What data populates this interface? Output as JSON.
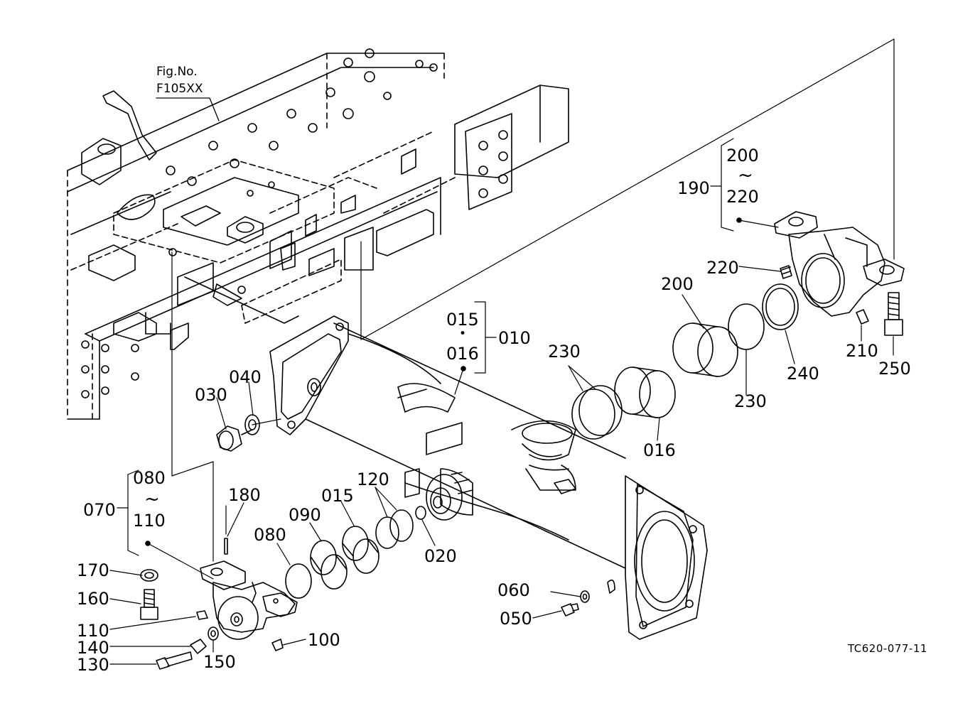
{
  "figure_ref": {
    "line1": "Fig.No.",
    "line2": "F105XX"
  },
  "drawing_code": "TC620-077-11",
  "labels": {
    "p010": "010",
    "p015a": "015",
    "p016a": "016",
    "dot": "•",
    "p015b": "015",
    "p016b": "016",
    "p020": "020",
    "p030": "030",
    "p040": "040",
    "p050": "050",
    "p060": "060",
    "p070": "070",
    "p080a": "080",
    "p080b": "080",
    "p090": "090",
    "p100": "100",
    "p110a": "110",
    "p110b": "110",
    "p120": "120",
    "p130": "130",
    "p140": "140",
    "p150": "150",
    "p160": "160",
    "p170": "170",
    "p180": "180",
    "p190": "190",
    "p200a": "200",
    "p200b": "200",
    "p210": "210",
    "p220a": "220",
    "p220b": "220",
    "p230a": "230",
    "p230b": "230",
    "p240": "240",
    "p250": "250",
    "tilde": "~"
  }
}
